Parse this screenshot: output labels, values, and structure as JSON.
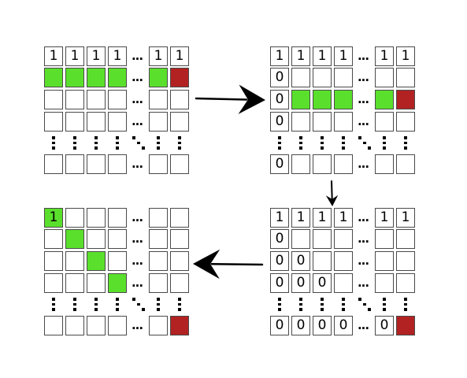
{
  "colors": {
    "green": "#5ae02c",
    "red": "#b22222",
    "border": "#4a4a4a",
    "arrow": "#000000"
  },
  "ellipsis": "...",
  "panels": [
    {
      "id": "top-left",
      "rows": [
        {
          "cells": [
            "1",
            "1",
            "1",
            "1",
            "1",
            "1"
          ]
        },
        {
          "cells": [
            "G",
            "G",
            "G",
            "G",
            "G",
            "R"
          ]
        },
        {
          "cells": [
            "",
            "",
            "",
            "",
            "",
            ""
          ]
        },
        {
          "cells": [
            "",
            "",
            "",
            "",
            "",
            ""
          ]
        },
        {
          "cells": [
            "",
            "",
            "",
            "",
            "",
            ""
          ]
        }
      ]
    },
    {
      "id": "top-right",
      "rows": [
        {
          "cells": [
            "1",
            "1",
            "1",
            "1",
            "1",
            "1"
          ]
        },
        {
          "cells": [
            "0",
            "",
            "",
            "",
            "",
            ""
          ]
        },
        {
          "cells": [
            "0",
            "G",
            "G",
            "G",
            "G",
            "R"
          ]
        },
        {
          "cells": [
            "0",
            "",
            "",
            "",
            "",
            ""
          ]
        },
        {
          "cells": [
            "0",
            "",
            "",
            "",
            "",
            ""
          ]
        }
      ]
    },
    {
      "id": "bottom-left",
      "rows": [
        {
          "cells": [
            "G1",
            "",
            "",
            "",
            "",
            ""
          ]
        },
        {
          "cells": [
            "",
            "G",
            "",
            "",
            "",
            ""
          ]
        },
        {
          "cells": [
            "",
            "",
            "G",
            "",
            "",
            ""
          ]
        },
        {
          "cells": [
            "",
            "",
            "",
            "G",
            "",
            ""
          ]
        },
        {
          "cells": [
            "",
            "",
            "",
            "",
            "",
            "R"
          ]
        }
      ]
    },
    {
      "id": "bottom-right",
      "rows": [
        {
          "cells": [
            "1",
            "1",
            "1",
            "1",
            "1",
            "1"
          ]
        },
        {
          "cells": [
            "0",
            "",
            "",
            "",
            "",
            ""
          ]
        },
        {
          "cells": [
            "0",
            "0",
            "",
            "",
            "",
            ""
          ]
        },
        {
          "cells": [
            "0",
            "0",
            "0",
            "",
            "",
            ""
          ]
        },
        {
          "cells": [
            "0",
            "0",
            "0",
            "0",
            "0",
            "R"
          ]
        }
      ]
    }
  ]
}
